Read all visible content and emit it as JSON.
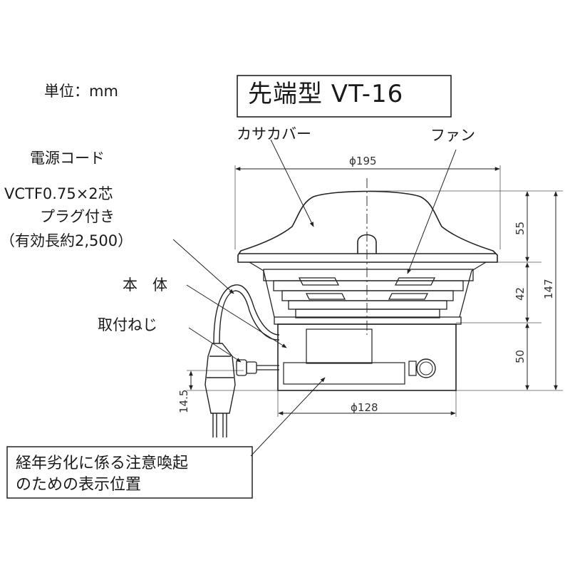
{
  "unit_label": "単位：mm",
  "title": "先端型 VT-16",
  "labels": {
    "cover": "カサカバー",
    "fan": "ファン",
    "cord_title": "電源コード",
    "cord_spec": "VCTF0.75×2芯",
    "cord_plug": "プラグ付き",
    "cord_length": "（有効長約2,500）",
    "body": "本　体",
    "screw": "取付ねじ",
    "notice_line1": "経年劣化に係る注意喚起",
    "notice_line2": "のための表示位置"
  },
  "dimensions": {
    "top_diameter": "ϕ195",
    "bottom_diameter": "ϕ128",
    "cover_height": "55",
    "fan_height": "42",
    "body_height": "50",
    "total_height": "147",
    "screw_height": "14.5"
  }
}
